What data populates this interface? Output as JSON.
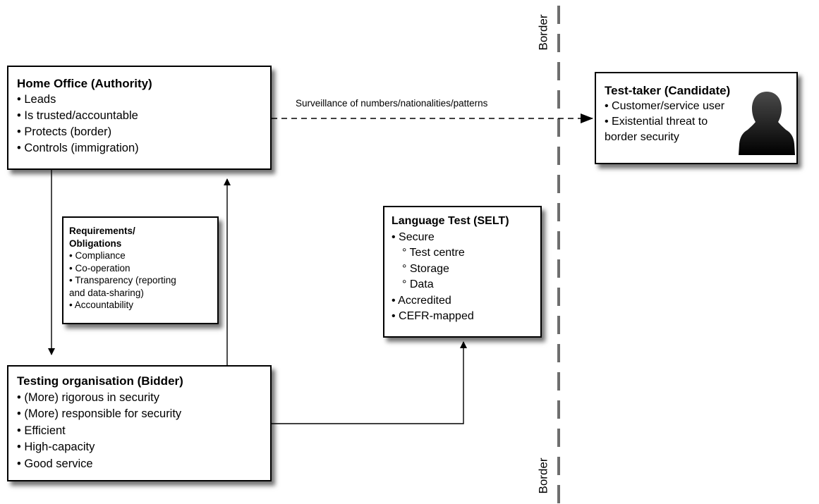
{
  "home_office": {
    "title": "Home Office (Authority)",
    "items": [
      "• Leads",
      "• Is trusted/accountable",
      "• Protects (border)",
      "• Controls (immigration)"
    ]
  },
  "requirements": {
    "title_line1": "Requirements/",
    "title_line2": "Obligations",
    "items": [
      "• Compliance",
      "• Co-operation",
      "• Transparency (reporting",
      "and data-sharing)",
      "• Accountability"
    ]
  },
  "testing_org": {
    "title": "Testing organisation (Bidder)",
    "items": [
      "• (More) rigorous in security",
      "• (More) responsible for security",
      "• Efficient",
      "• High-capacity",
      "• Good service"
    ]
  },
  "language_test": {
    "title": "Language Test (SELT)",
    "items": [
      "• Secure",
      "° Test centre",
      "° Storage",
      "° Data",
      "• Accredited",
      "• CEFR-mapped"
    ]
  },
  "candidate": {
    "title": "Test-taker (Candidate)",
    "items": [
      "• Customer/service user",
      "• Existential threat to",
      "border security"
    ]
  },
  "edges": {
    "surveillance": "Surveillance of numbers/nationalities/patterns"
  },
  "border": {
    "label_top": "Border",
    "label_bottom": "Border"
  }
}
